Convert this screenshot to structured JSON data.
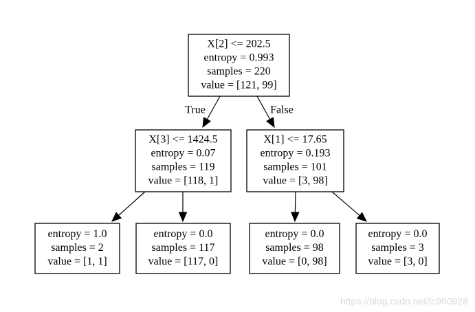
{
  "tree": {
    "nodes": [
      {
        "id": "root",
        "lines": [
          "X[2] <= 202.5",
          "entropy = 0.993",
          "samples = 220",
          "value = [121, 99]"
        ]
      },
      {
        "id": "n1",
        "lines": [
          "X[3] <= 1424.5",
          "entropy = 0.07",
          "samples = 119",
          "value = [118, 1]"
        ]
      },
      {
        "id": "n2",
        "lines": [
          "X[1] <= 17.65",
          "entropy = 0.193",
          "samples = 101",
          "value = [3, 98]"
        ]
      },
      {
        "id": "n3",
        "lines": [
          "entropy = 1.0",
          "samples = 2",
          "value = [1, 1]"
        ]
      },
      {
        "id": "n4",
        "lines": [
          "entropy = 0.0",
          "samples = 117",
          "value = [117, 0]"
        ]
      },
      {
        "id": "n5",
        "lines": [
          "entropy = 0.0",
          "samples = 98",
          "value = [0, 98]"
        ]
      },
      {
        "id": "n6",
        "lines": [
          "entropy = 0.0",
          "samples = 3",
          "value = [3, 0]"
        ]
      }
    ],
    "edges": [
      {
        "from": "root",
        "to": "n1",
        "label": "True"
      },
      {
        "from": "root",
        "to": "n2",
        "label": "False"
      },
      {
        "from": "n1",
        "to": "n3",
        "label": ""
      },
      {
        "from": "n1",
        "to": "n4",
        "label": ""
      },
      {
        "from": "n2",
        "to": "n5",
        "label": ""
      },
      {
        "from": "n2",
        "to": "n6",
        "label": ""
      }
    ]
  },
  "watermark": "https://blog.csdn.net/lc960928"
}
